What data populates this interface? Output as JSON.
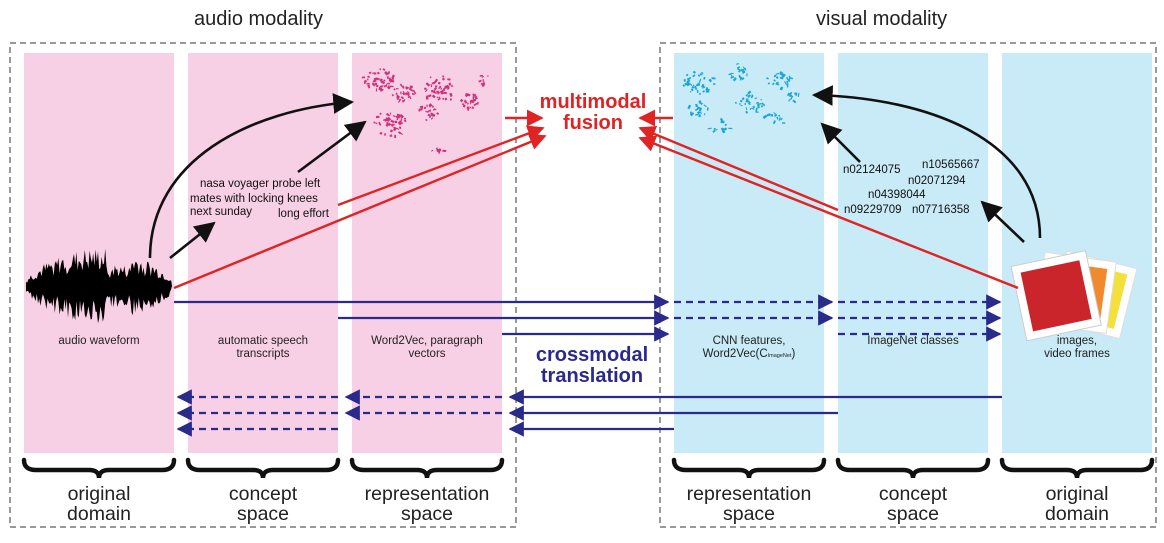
{
  "titles": {
    "audio": "audio modality",
    "visual": "visual modality"
  },
  "center": {
    "fusion": [
      "multimodal",
      "fusion"
    ],
    "crossmodal": [
      "crossmodal",
      "translation"
    ]
  },
  "audio": {
    "waveform_caption": "audio waveform",
    "asr_caption": [
      "automatic speech",
      "transcripts"
    ],
    "rep_caption": [
      "Word2Vec, paragraph",
      "vectors"
    ],
    "transcript_lines": [
      "nasa voyager probe left",
      "mates with locking knees",
      "next sunday",
      "long effort"
    ]
  },
  "visual": {
    "rep_caption": [
      "CNN features,",
      "Word2Vec(C",
      "ImageNet",
      ")"
    ],
    "concept_caption": "ImageNet classes",
    "original_caption": [
      "images,",
      "video frames"
    ],
    "class_ids": [
      "n02124075",
      "n10565667",
      "n02071294",
      "n04398044",
      "n09229709",
      "n07716358"
    ]
  },
  "footer": {
    "audio": [
      [
        "original",
        "domain"
      ],
      [
        "concept",
        "space"
      ],
      [
        "representation",
        "space"
      ]
    ],
    "visual": [
      [
        "representation",
        "space"
      ],
      [
        "concept",
        "space"
      ],
      [
        "original",
        "domain"
      ]
    ]
  },
  "colors": {
    "audio_column": "#f8cde4",
    "visual_column": "#c6e9f7",
    "fusion_arrow": "#e02323",
    "translation_arrow": "#2a2a8a",
    "audio_points": "#d1307a",
    "visual_points": "#1aa6d6",
    "image_red": "#c9252b",
    "image_orange": "#f08a2c",
    "image_yellow": "#f3e03a"
  }
}
